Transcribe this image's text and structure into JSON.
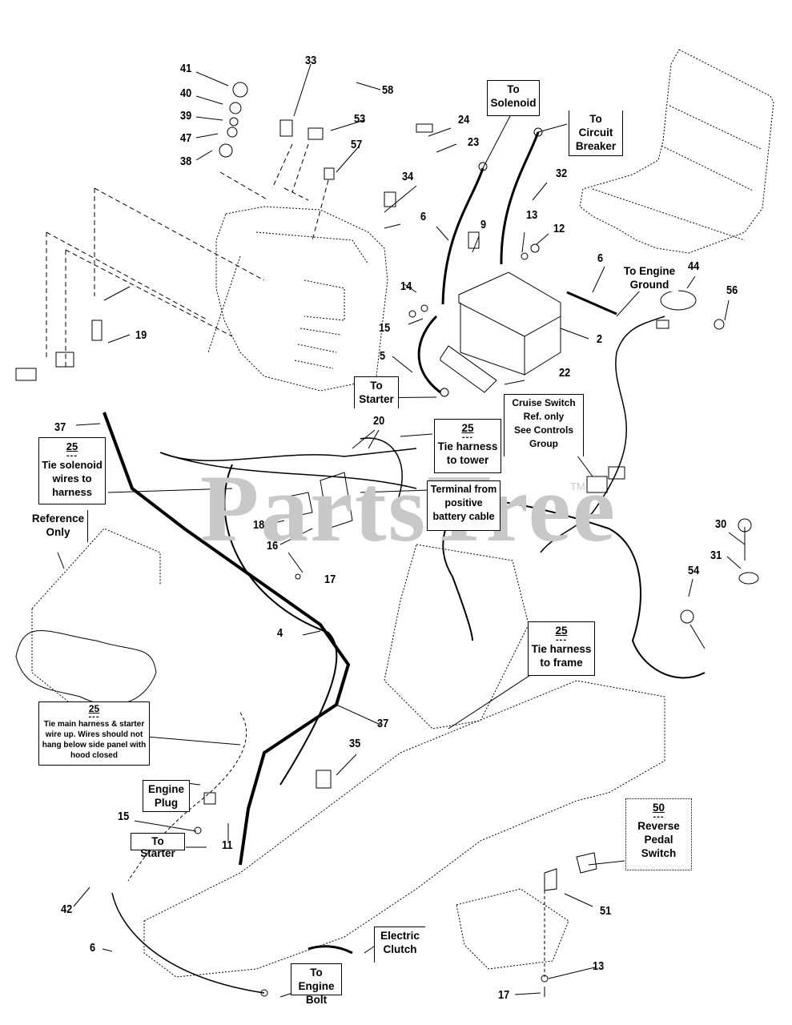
{
  "watermark": {
    "text": "PartsTree",
    "trademark": "TM"
  },
  "part_numbers": [
    {
      "id": "41",
      "label": "41"
    },
    {
      "id": "40",
      "label": "40"
    },
    {
      "id": "39",
      "label": "39"
    },
    {
      "id": "47",
      "label": "47"
    },
    {
      "id": "38",
      "label": "38"
    },
    {
      "id": "33",
      "label": "33"
    },
    {
      "id": "58",
      "label": "58"
    },
    {
      "id": "53",
      "label": "53"
    },
    {
      "id": "57",
      "label": "57"
    },
    {
      "id": "34",
      "label": "34"
    },
    {
      "id": "24",
      "label": "24"
    },
    {
      "id": "23",
      "label": "23"
    },
    {
      "id": "32",
      "label": "32"
    },
    {
      "id": "6a",
      "label": "6"
    },
    {
      "id": "9",
      "label": "9"
    },
    {
      "id": "13a",
      "label": "13"
    },
    {
      "id": "12",
      "label": "12"
    },
    {
      "id": "6b",
      "label": "6"
    },
    {
      "id": "44",
      "label": "44"
    },
    {
      "id": "56",
      "label": "56"
    },
    {
      "id": "14",
      "label": "14"
    },
    {
      "id": "15a",
      "label": "15"
    },
    {
      "id": "2",
      "label": "2"
    },
    {
      "id": "5",
      "label": "5"
    },
    {
      "id": "22",
      "label": "22"
    },
    {
      "id": "19",
      "label": "19"
    },
    {
      "id": "37a",
      "label": "37"
    },
    {
      "id": "20",
      "label": "20"
    },
    {
      "id": "18",
      "label": "18"
    },
    {
      "id": "16",
      "label": "16"
    },
    {
      "id": "17a",
      "label": "17"
    },
    {
      "id": "30",
      "label": "30"
    },
    {
      "id": "31",
      "label": "31"
    },
    {
      "id": "54",
      "label": "54"
    },
    {
      "id": "4",
      "label": "4"
    },
    {
      "id": "37b",
      "label": "37"
    },
    {
      "id": "35",
      "label": "35"
    },
    {
      "id": "15b",
      "label": "15"
    },
    {
      "id": "11",
      "label": "11"
    },
    {
      "id": "42",
      "label": "42"
    },
    {
      "id": "6c",
      "label": "6"
    },
    {
      "id": "51",
      "label": "51"
    },
    {
      "id": "13b",
      "label": "13"
    },
    {
      "id": "17b",
      "label": "17"
    }
  ],
  "callouts": {
    "to_solenoid": "To Solenoid",
    "to_circuit_breaker": "To Circuit Breaker",
    "to_engine_ground": "To Engine Ground",
    "to_starter_top": "To Starter",
    "cruise_switch": {
      "line1": "Cruise Switch",
      "line2": "Ref. only",
      "line3": "See Controls",
      "line4": "Group"
    },
    "tie_solenoid": {
      "ref": "25",
      "sep": "---",
      "text": "Tie solenoid wires to harness"
    },
    "tie_tower": {
      "ref": "25",
      "sep": "---",
      "text": "Tie harness to tower"
    },
    "terminal_positive": "Terminal from positive battery cable",
    "reference_only": "Reference Only",
    "tie_frame": {
      "ref": "25",
      "sep": "---",
      "text": "Tie harness to frame"
    },
    "tie_main_harness": {
      "ref": "25",
      "sep": "---",
      "text": "Tie main harness & starter wire up. Wires should not hang below side panel with hood closed"
    },
    "engine_plug": "Engine Plug",
    "to_starter_bottom": "To Starter",
    "reverse_pedal": {
      "ref": "50",
      "sep": "---",
      "text": "Reverse Pedal Switch"
    },
    "electric_clutch": "Electric Clutch",
    "to_engine_bolt": "To Engine Bolt"
  }
}
